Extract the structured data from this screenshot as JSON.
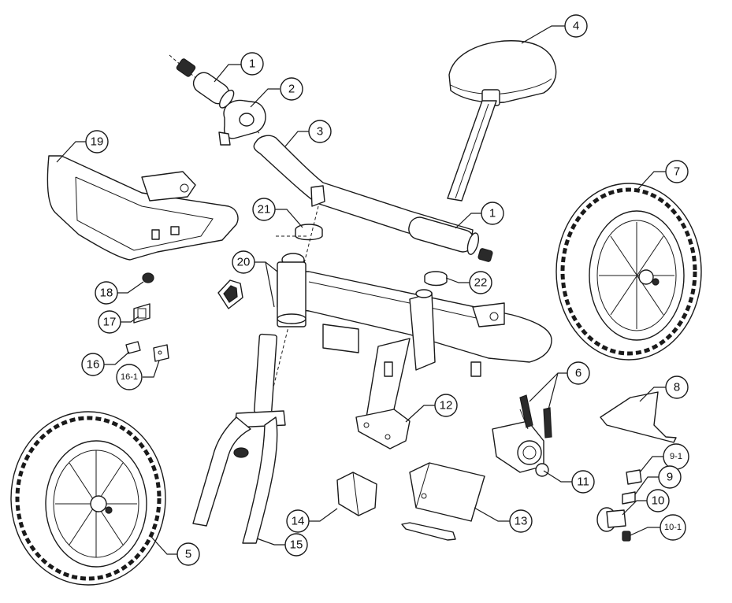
{
  "diagram": {
    "callouts": [
      {
        "id": "c1a",
        "label": "1"
      },
      {
        "id": "c2",
        "label": "2"
      },
      {
        "id": "c3",
        "label": "3"
      },
      {
        "id": "c4",
        "label": "4"
      },
      {
        "id": "c1b",
        "label": "1"
      },
      {
        "id": "c7",
        "label": "7"
      },
      {
        "id": "c19",
        "label": "19"
      },
      {
        "id": "c21",
        "label": "21"
      },
      {
        "id": "c20",
        "label": "20"
      },
      {
        "id": "c22",
        "label": "22"
      },
      {
        "id": "c18",
        "label": "18"
      },
      {
        "id": "c17",
        "label": "17"
      },
      {
        "id": "c16",
        "label": "16"
      },
      {
        "id": "c161",
        "label": "16-1"
      },
      {
        "id": "c6",
        "label": "6"
      },
      {
        "id": "c8",
        "label": "8"
      },
      {
        "id": "c12",
        "label": "12"
      },
      {
        "id": "c11",
        "label": "11"
      },
      {
        "id": "c91",
        "label": "9-1"
      },
      {
        "id": "c9",
        "label": "9"
      },
      {
        "id": "c10",
        "label": "10"
      },
      {
        "id": "c101",
        "label": "10-1"
      },
      {
        "id": "c5",
        "label": "5"
      },
      {
        "id": "c14",
        "label": "14"
      },
      {
        "id": "c13",
        "label": "13"
      },
      {
        "id": "c15",
        "label": "15"
      }
    ]
  }
}
